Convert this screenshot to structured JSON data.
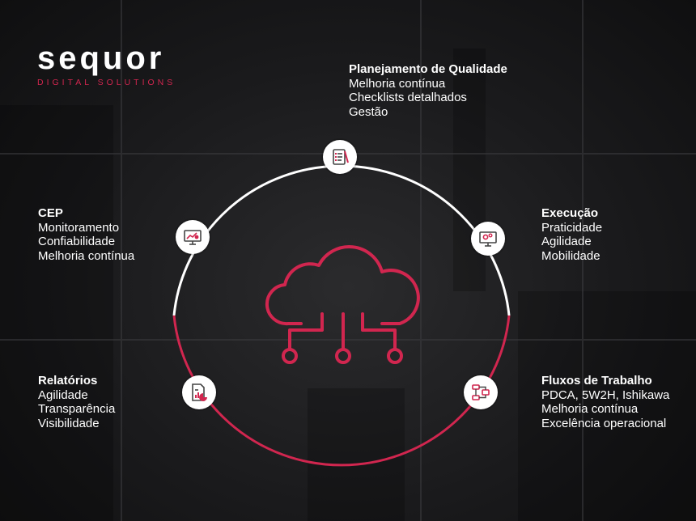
{
  "logo": {
    "word": "sequor",
    "tagline": "DIGITAL SOLUTIONS"
  },
  "colors": {
    "accent": "#d1264f",
    "ring_top": "#ffffff",
    "ring_bottom": "#d1264f",
    "background": "#1a1a1c"
  },
  "center_icon": "cloud-network-icon",
  "nodes": [
    {
      "id": "planejamento",
      "icon": "checklist-icon",
      "title": "Planejamento de Qualidade",
      "items": [
        "Melhoria contínua",
        "Checklists detalhados",
        "Gestão"
      ]
    },
    {
      "id": "execucao",
      "icon": "monitor-gears-icon",
      "title": "Execução",
      "items": [
        "Praticidade",
        "Agilidade",
        "Mobilidade"
      ]
    },
    {
      "id": "fluxos",
      "icon": "workflow-icon",
      "title": "Fluxos de Trabalho",
      "items": [
        "PDCA, 5W2H, Ishikawa",
        "Melhoria contínua",
        "Excelência operacional"
      ]
    },
    {
      "id": "relatorios",
      "icon": "report-chart-icon",
      "title": "Relatórios",
      "items": [
        "Agilidade",
        "Transparência",
        "Visibilidade"
      ]
    },
    {
      "id": "cep",
      "icon": "monitor-chart-icon",
      "title": "CEP",
      "items": [
        "Monitoramento",
        "Confiabilidade",
        "Melhoria contínua"
      ]
    }
  ]
}
